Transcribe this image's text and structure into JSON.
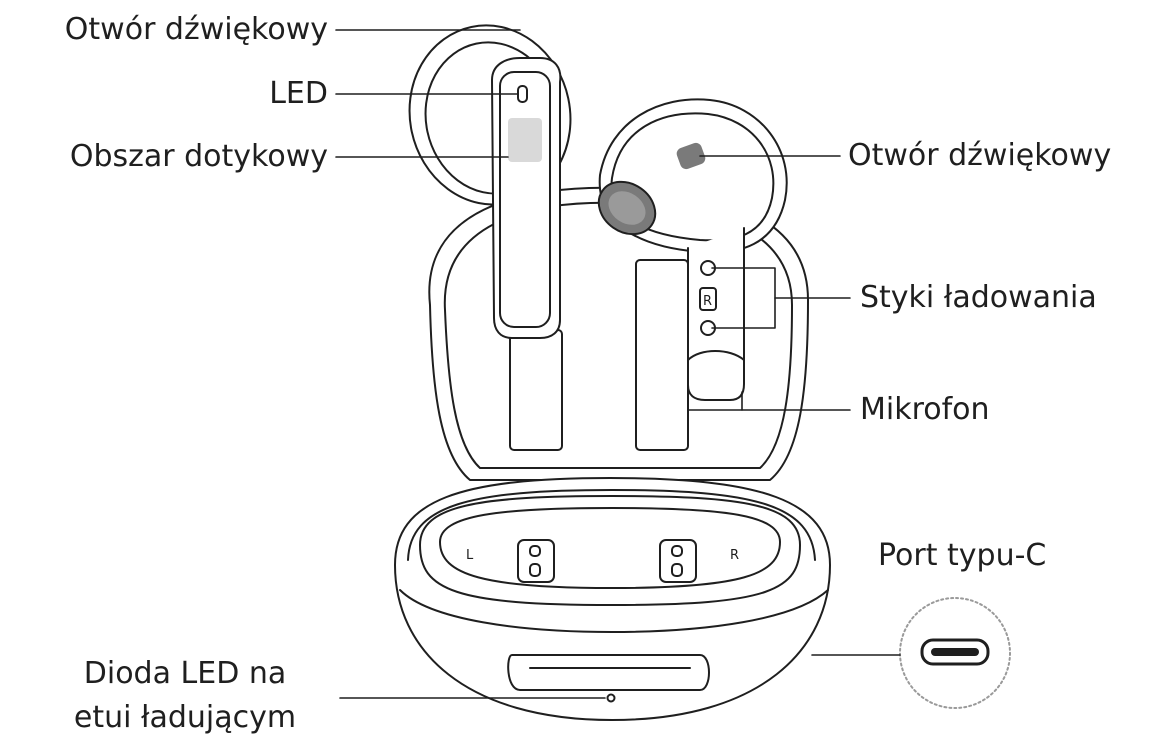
{
  "labels": {
    "left_sound_hole": "Otwór dźwiękowy",
    "led": "LED",
    "touch_area": "Obszar dotykowy",
    "right_sound_hole": "Otwór dźwiękowy",
    "charging_contacts": "Styki ładowania",
    "microphone": "Mikrofon",
    "usb_c_port": "Port typu-C",
    "case_led": "Dioda LED na\netui ładującym"
  },
  "marks": {
    "left_slot": "L",
    "right_slot": "R",
    "earbud_side": "R"
  },
  "colors": {
    "line": "#1f1f1f",
    "touch_area": "#d9d9d9",
    "mesh": "#7a7a7a"
  }
}
